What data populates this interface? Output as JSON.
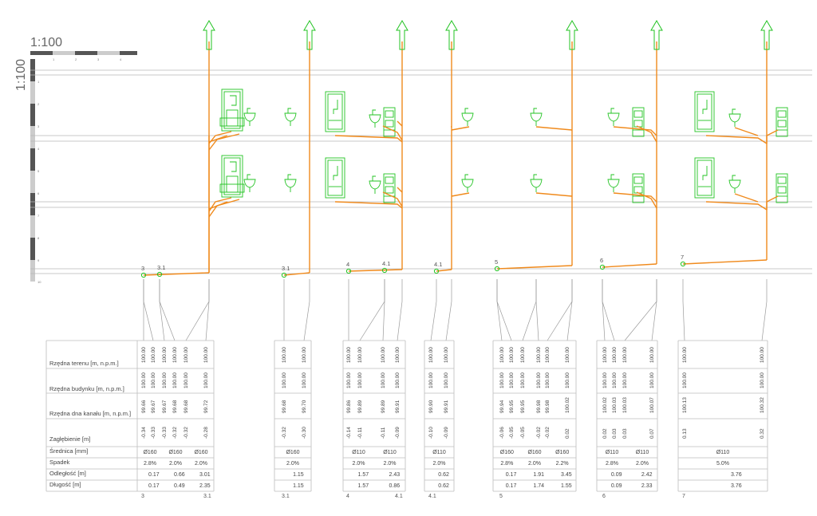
{
  "scale": {
    "label_horizontal": "1:100",
    "label_vertical": "1:100",
    "ticks_h": [
      "1",
      "2",
      "3",
      "4"
    ],
    "ticks_v": [
      "1",
      "2",
      "3",
      "4",
      "5",
      "6",
      "7",
      "8",
      "9",
      "10"
    ]
  },
  "colors": {
    "pipe": "#f08a1c",
    "fixture": "#22c322",
    "grid": "#b8b8b8",
    "text": "#444444"
  },
  "table": {
    "row_labels": [
      "Rzędna terenu [m, n.p.m.]",
      "Rzędna budynku [m, n.p.m.]",
      "Rzędna dna kanału [m, n.p.m.]",
      "Zagłębienie [m]",
      "Średnica [mm]",
      "Spadek",
      "Odległość [m]",
      "Długość [m]"
    ],
    "groups": [
      {
        "node_labels": [
          "3",
          "3.1"
        ],
        "columns": [
          {
            "terrain": "100.00",
            "building": "100.00",
            "bottom": "99.66",
            "depth": "-0.34"
          },
          {
            "terrain": "100.00",
            "building": "100.00",
            "bottom": "99.67",
            "depth": "-0.33"
          },
          {
            "terrain": "100.00",
            "building": "100.00",
            "bottom": "99.67",
            "depth": "-0.33"
          },
          {
            "terrain": "100.00",
            "building": "100.00",
            "bottom": "99.68",
            "depth": "-0.32"
          },
          {
            "terrain": "100.00",
            "building": "100.00",
            "bottom": "99.68",
            "depth": "-0.32"
          },
          {
            "terrain": "100.00",
            "building": "100.00",
            "bottom": "99.72",
            "depth": "-0.28"
          }
        ],
        "segments": [
          {
            "diameter": "Ø160",
            "slope": "2.8%",
            "distance": "0.17",
            "length": "0.17"
          },
          {
            "diameter": "Ø160",
            "slope": "2.0%",
            "distance": "0.66",
            "length": "0.49"
          },
          {
            "diameter": "Ø160",
            "slope": "2.0%",
            "distance": "3.01",
            "length": "2.35"
          }
        ],
        "bottom_labels": [
          "3",
          "3.1"
        ]
      },
      {
        "node_labels": [
          "3.1"
        ],
        "columns": [
          {
            "terrain": "100.00",
            "building": "100.00",
            "bottom": "99.68",
            "depth": "-0.32"
          },
          {
            "terrain": "100.00",
            "building": "100.00",
            "bottom": "99.70",
            "depth": "-0.30"
          }
        ],
        "segments": [
          {
            "diameter": "Ø160",
            "slope": "2.0%",
            "distance": "1.15",
            "length": "1.15"
          }
        ],
        "bottom_labels": [
          "3.1"
        ]
      },
      {
        "node_labels": [
          "4",
          "4.1"
        ],
        "columns": [
          {
            "terrain": "100.00",
            "building": "100.00",
            "bottom": "99.86",
            "depth": "-0.14"
          },
          {
            "terrain": "100.00",
            "building": "100.00",
            "bottom": "99.89",
            "depth": "-0.11"
          },
          {
            "terrain": "100.00",
            "building": "100.00",
            "bottom": "99.89",
            "depth": "-0.11"
          },
          {
            "terrain": "100.00",
            "building": "100.00",
            "bottom": "99.91",
            "depth": "-0.09"
          }
        ],
        "segments": [
          {
            "diameter": "Ø110",
            "slope": "2.0%",
            "distance": "1.57",
            "length": "1.57"
          },
          {
            "diameter": "Ø110",
            "slope": "2.0%",
            "distance": "2.43",
            "length": "0.86"
          }
        ],
        "bottom_labels": [
          "4",
          "4.1"
        ]
      },
      {
        "node_labels": [
          "4.1"
        ],
        "columns": [
          {
            "terrain": "100.00",
            "building": "100.00",
            "bottom": "99.90",
            "depth": "-0.10"
          },
          {
            "terrain": "100.00",
            "building": "100.00",
            "bottom": "99.91",
            "depth": "-0.09"
          }
        ],
        "segments": [
          {
            "diameter": "Ø110",
            "slope": "2.0%",
            "distance": "0.62",
            "length": "0.62"
          }
        ],
        "bottom_labels": [
          "4.1"
        ]
      },
      {
        "node_labels": [
          "5"
        ],
        "columns": [
          {
            "terrain": "100.00",
            "building": "100.00",
            "bottom": "99.94",
            "depth": "-0.06"
          },
          {
            "terrain": "100.00",
            "building": "100.00",
            "bottom": "99.95",
            "depth": "-0.05"
          },
          {
            "terrain": "100.00",
            "building": "100.00",
            "bottom": "99.95",
            "depth": "-0.05"
          },
          {
            "terrain": "100.00",
            "building": "100.00",
            "bottom": "99.98",
            "depth": "-0.02"
          },
          {
            "terrain": "100.00",
            "building": "100.00",
            "bottom": "99.98",
            "depth": "-0.02"
          },
          {
            "terrain": "100.00",
            "building": "100.00",
            "bottom": "100.02",
            "depth": "0.02"
          }
        ],
        "segments": [
          {
            "diameter": "Ø160",
            "slope": "2.8%",
            "distance": "0.17",
            "length": "0.17"
          },
          {
            "diameter": "Ø160",
            "slope": "2.0%",
            "distance": "1.91",
            "length": "1.74"
          },
          {
            "diameter": "Ø160",
            "slope": "2.2%",
            "distance": "3.45",
            "length": "1.55"
          }
        ],
        "bottom_labels": [
          "5"
        ]
      },
      {
        "node_labels": [
          "6"
        ],
        "columns": [
          {
            "terrain": "100.00",
            "building": "100.00",
            "bottom": "100.02",
            "depth": "0.02"
          },
          {
            "terrain": "100.00",
            "building": "100.00",
            "bottom": "100.03",
            "depth": "0.03"
          },
          {
            "terrain": "100.00",
            "building": "100.00",
            "bottom": "100.03",
            "depth": "0.03"
          },
          {
            "terrain": "100.00",
            "building": "100.00",
            "bottom": "100.07",
            "depth": "0.07"
          }
        ],
        "segments": [
          {
            "diameter": "Ø110",
            "slope": "2.8%",
            "distance": "0.09",
            "length": "0.09"
          },
          {
            "diameter": "Ø110",
            "slope": "2.0%",
            "distance": "2.42",
            "length": "2.33"
          }
        ],
        "bottom_labels": [
          "6"
        ]
      },
      {
        "node_labels": [
          "7"
        ],
        "columns": [
          {
            "terrain": "100.00",
            "building": "100.00",
            "bottom": "100.13",
            "depth": "0.13"
          },
          {
            "terrain": "100.00",
            "building": "100.00",
            "bottom": "100.32",
            "depth": "0.32"
          }
        ],
        "segments": [
          {
            "diameter": "Ø110",
            "slope": "5.0%",
            "distance": "3.76",
            "length": "3.76"
          }
        ],
        "bottom_labels": [
          "7"
        ]
      }
    ]
  }
}
